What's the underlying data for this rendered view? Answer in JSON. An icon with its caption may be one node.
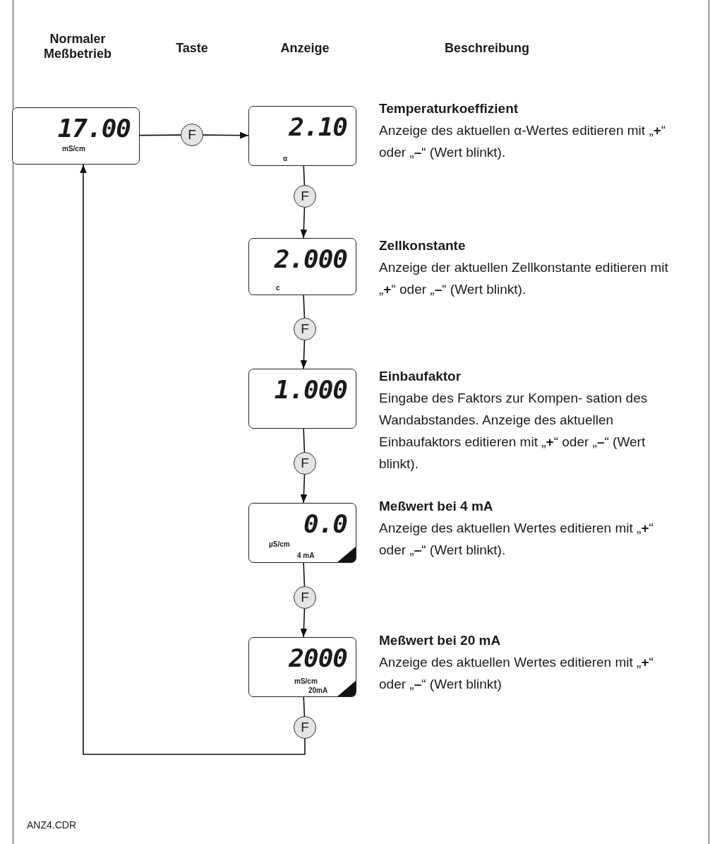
{
  "diagram": {
    "nodes": [
      {
        "text": [
          "17.00",
          "mS/cm"
        ]
      },
      {
        "text": [
          "F"
        ]
      },
      {
        "text": [
          "2.10",
          "α"
        ],
        "beside": [
          "Temperaturkoeffizient",
          "Anzeige des aktuellen α-Wertes editieren mit „**+**“ oder „**–**“ (Wert blinkt)."
        ]
      },
      {
        "text": [
          "F"
        ]
      },
      {
        "text": [
          "2.000",
          "c"
        ],
        "beside": [
          "Zellkonstante",
          "Anzeige der aktuellen Zellkonstante editieren mit „**+**“ oder „**–**“ (Wert blinkt)."
        ]
      },
      {
        "text": [
          "F"
        ]
      },
      {
        "text": [
          "1.000"
        ],
        "beside": [
          "Einbaufaktor",
          "Eingabe des Faktors zur Kompen- sation des Wandabstandes. Anzeige des aktuellen Einbaufaktors editieren mit „**+**“ oder „**–**“ (Wert blinkt)."
        ]
      },
      {
        "text": [
          "F"
        ]
      },
      {
        "text": [
          "0.0",
          "µS/cm",
          "4 mA"
        ],
        "beside": [
          "Meßwert bei 4 mA",
          "Anzeige des aktuellen Wertes editieren mit „**+**“ oder „**–**“ (Wert blinkt)."
        ]
      },
      {
        "text": [
          "F"
        ]
      },
      {
        "text": [
          "2000",
          "mS/cm",
          "20mA"
        ],
        "beside": [
          "Meßwert bei 20 mA",
          "Anzeige des aktuellen Wertes editieren mit „**+**“ oder „**–**“ (Wert blinkt)"
        ]
      },
      {
        "text": [
          "F"
        ]
      }
    ],
    "edges": [
      {
        "from": 0,
        "to": 1,
        "arrow": "none"
      },
      {
        "from": 1,
        "to": 2,
        "arrow": "to"
      },
      {
        "from": 2,
        "to": 3,
        "arrow": "none"
      },
      {
        "from": 3,
        "to": 4,
        "arrow": "to"
      },
      {
        "from": 4,
        "to": 5,
        "arrow": "none"
      },
      {
        "from": 5,
        "to": 6,
        "arrow": "to"
      },
      {
        "from": 6,
        "to": 7,
        "arrow": "none"
      },
      {
        "from": 7,
        "to": 8,
        "arrow": "to"
      },
      {
        "from": 8,
        "to": 9,
        "arrow": "none"
      },
      {
        "from": 9,
        "to": 10,
        "arrow": "to"
      },
      {
        "from": 10,
        "to": 11,
        "arrow": "none"
      },
      {
        "from": 11,
        "to": 0,
        "arrow": "to"
      }
    ],
    "labels": [
      "Normaler Meßbetrieb",
      "Taste",
      "Anzeige",
      "Beschreibung",
      "ANZ4.CDR"
    ]
  }
}
